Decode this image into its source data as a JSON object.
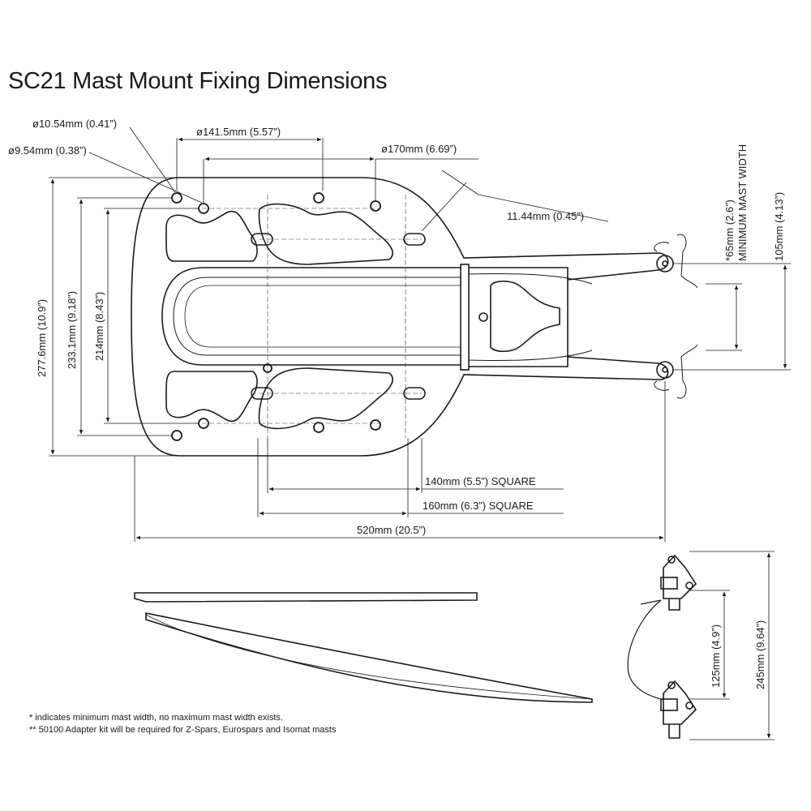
{
  "title": "SC21 Mast Mount Fixing Dimensions",
  "dimensions": {
    "hole_large": "ø10.54mm (0.41”)",
    "hole_small": "ø9.54mm (0.38”)",
    "bolt_circle_1": "ø141.5mm (5.57”)",
    "bolt_circle_2": "ø170mm (6.69”)",
    "pin_hole": "11.44mm (0.45”)",
    "min_mast_width": "*65mm (2.6”)",
    "min_mast_width_caption": "MINIMUM MAST WIDTH",
    "arm_spacing": "105mm (4.13”)",
    "overall_width": "277.6mm (10.9”)",
    "hole_span_1": "233.1mm (9.18”)",
    "hole_span_2": "214mm (8.43”)",
    "square_140": "140mm (5.5”) SQUARE",
    "square_160": "160mm (6.3”) SQUARE",
    "overall_length": "520mm (20.5”)",
    "side_height_1": "125mm (4.9”)",
    "side_height_2": "245mm (9.64”)"
  },
  "notes": [
    "* indicates minimum mast width, no maximum mast width exists.",
    "** 50100 Adapter kit will be required for Z-Spars, Eurospars and Isomat masts"
  ]
}
